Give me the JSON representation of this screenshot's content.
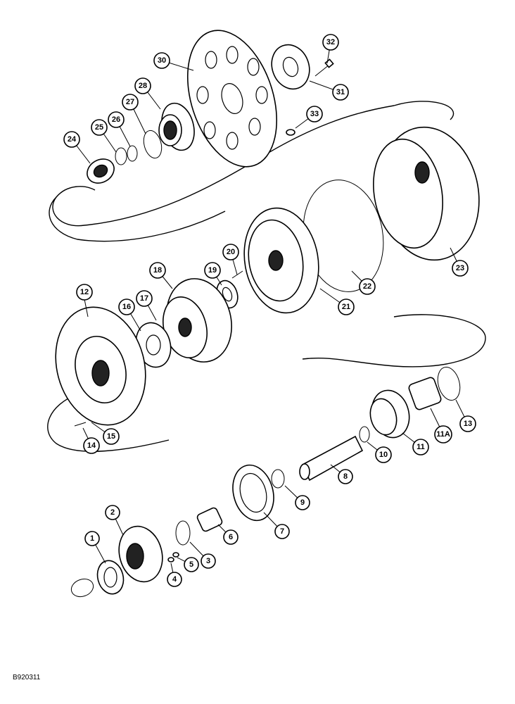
{
  "reference_code": "B920311",
  "callouts": {
    "c1": "1",
    "c2": "2",
    "c3": "3",
    "c4": "4",
    "c5": "5",
    "c6": "6",
    "c7": "7",
    "c8": "8",
    "c9": "9",
    "c10": "10",
    "c11": "11",
    "c11a": "11A",
    "c12": "12",
    "c13": "13",
    "c14": "14",
    "c15": "15",
    "c16": "16",
    "c17": "17",
    "c18": "18",
    "c19": "19",
    "c20": "20",
    "c21": "21",
    "c22": "22",
    "c23": "23",
    "c24": "24",
    "c25": "25",
    "c26": "26",
    "c27": "27",
    "c28": "28",
    "c30": "30",
    "c31": "31",
    "c32": "32",
    "c33": "33"
  }
}
